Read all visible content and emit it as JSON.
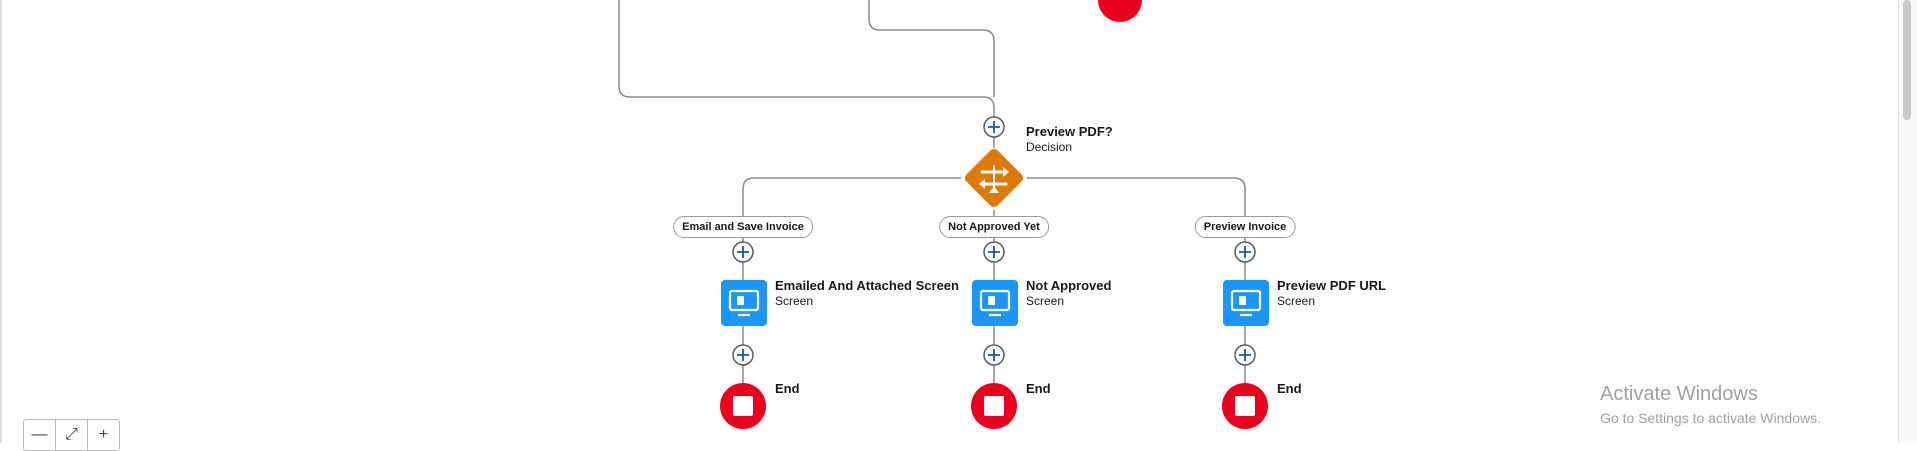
{
  "decision": {
    "title": "Preview PDF?",
    "type_label": "Decision"
  },
  "branches": [
    {
      "label": "Email and Save Invoice",
      "screen_title": "Emailed And Attached Screen",
      "screen_type": "Screen",
      "end_label": "End"
    },
    {
      "label": "Not Approved Yet",
      "screen_title": "Not Approved",
      "screen_type": "Screen",
      "end_label": "End"
    },
    {
      "label": "Preview Invoice",
      "screen_title": "Preview PDF URL",
      "screen_type": "Screen",
      "end_label": "End"
    }
  ],
  "zoom_controls": {
    "zoom_out": "—",
    "fit": "⤢",
    "zoom_in": "+"
  },
  "watermark": {
    "title": "Activate Windows",
    "subtitle": "Go to Settings to activate Windows."
  },
  "colors": {
    "connector": "#8a8a8a",
    "decision": "#dd7a01",
    "screen": "#1b96ff",
    "end": "#ea001e",
    "add_icon": "#0b5cab"
  }
}
